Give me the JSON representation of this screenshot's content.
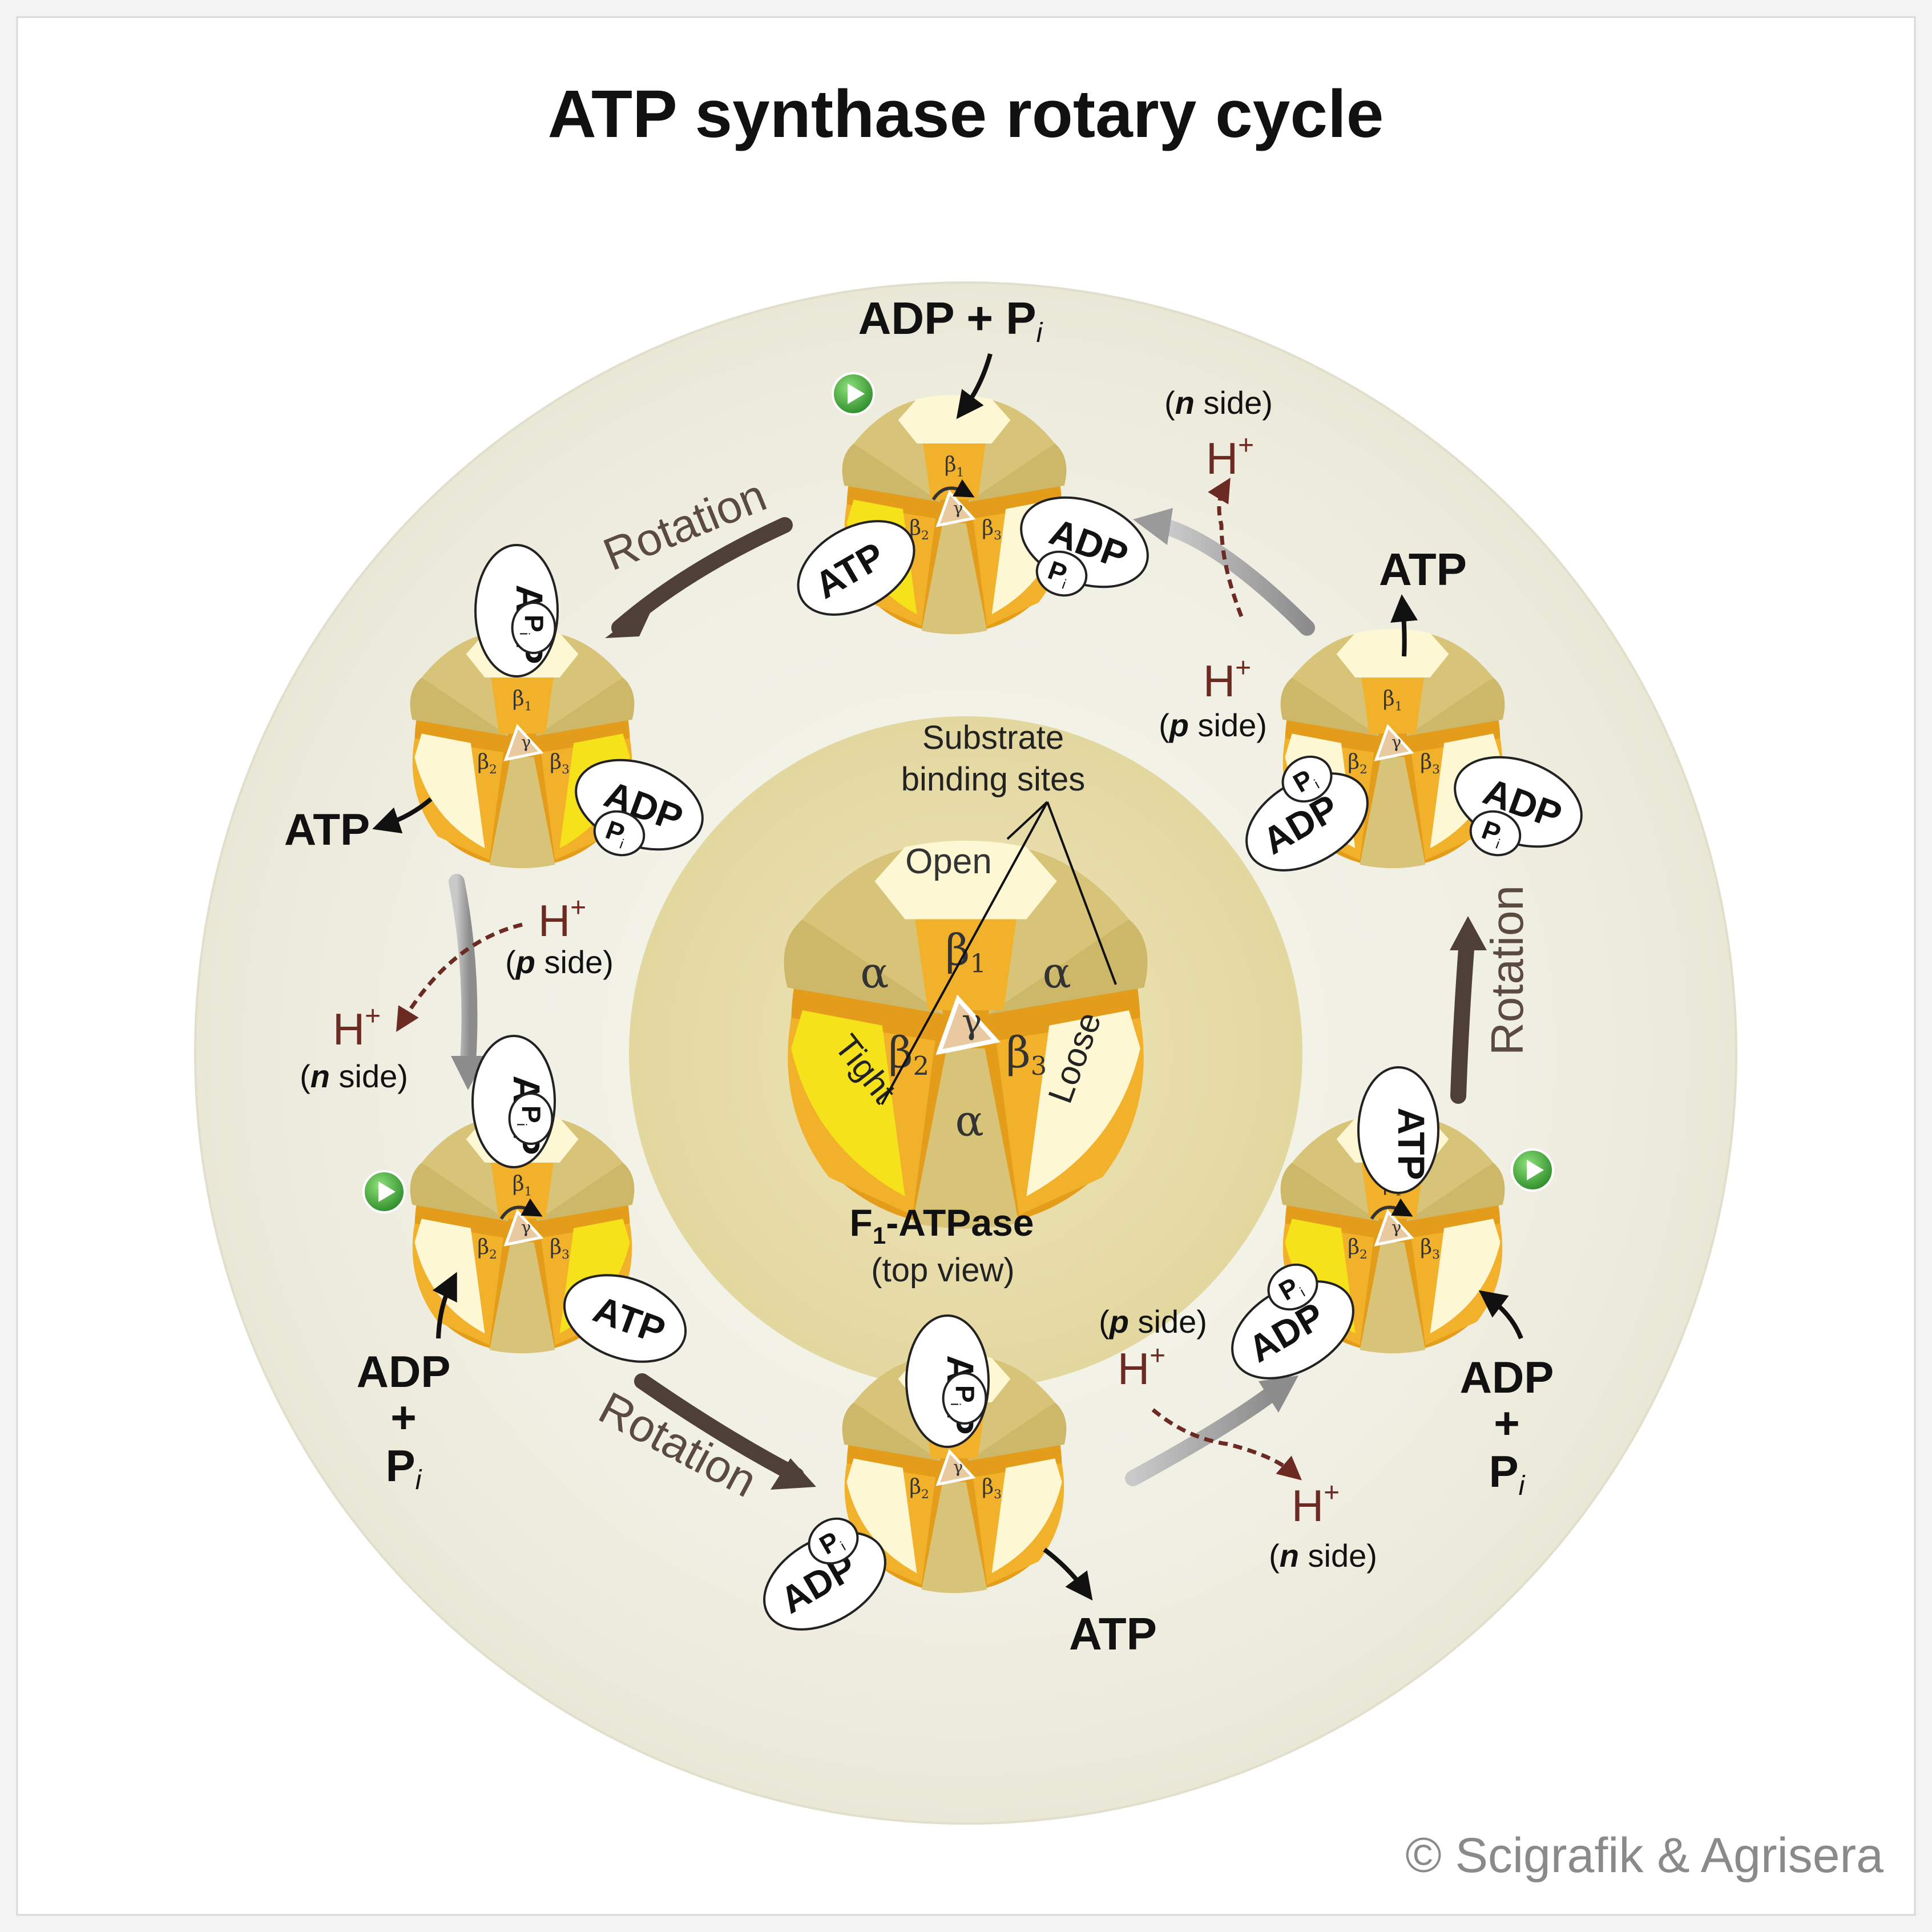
{
  "title": "ATP synthase rotary cycle",
  "copyright": "© Scigrafik & Agrisera",
  "center": {
    "label_main": "F",
    "label_sub": "1",
    "label_rest": "-ATPase",
    "label_view": "(top view)",
    "callout_line1": "Substrate",
    "callout_line2": "binding sites",
    "site_open": "Open",
    "site_tight": "Tight",
    "site_loose": "Loose",
    "alpha": "α",
    "beta": "β",
    "gamma": "γ",
    "sub1": "1",
    "sub2": "2",
    "sub3": "3"
  },
  "molecules": {
    "atp": "ATP",
    "adp": "ADP",
    "pi_p": "P",
    "pi_i": "i",
    "adp_plus_pi": "ADP + P",
    "plus": "+"
  },
  "protons": {
    "h": "H",
    "plus": "+",
    "n_side_letter": "n",
    "p_side_letter": "p",
    "side_word": " side)",
    "open_paren": "("
  },
  "rotation": "Rotation",
  "colors": {
    "outer_disc": "#ecebdd",
    "inner_disc": "#e6dcaa",
    "orange_dark": "#e39d1a",
    "orange_mid": "#f2b12a",
    "khaki": "#d8c479",
    "cream": "#fdf7d4",
    "yellow": "#f5e21a",
    "proton": "#6b2a22",
    "arrow_gray": "#9b9b9b",
    "arrow_brown": "#4e4038",
    "play_green": "#3fae3a"
  }
}
